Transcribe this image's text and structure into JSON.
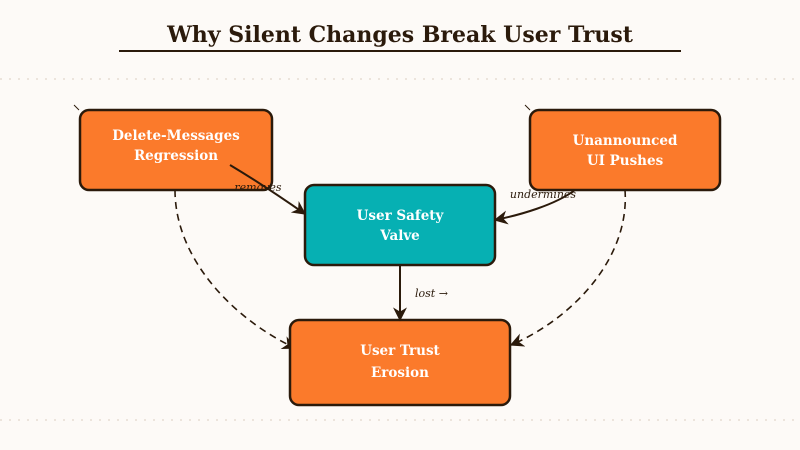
{
  "title": "Why Silent Changes Break User Trust",
  "colors": {
    "background": "#fdfaf7",
    "orange_node": "#fb7a2b",
    "teal_node": "#06b0b3",
    "outline": "#2b1a0b",
    "guide_dots": "#e7ddd3"
  },
  "nodes": {
    "delete_messages": {
      "line1": "Delete-Messages",
      "line2": "Regression"
    },
    "ui_pushes": {
      "line1": "Unannounced",
      "line2": "UI Pushes"
    },
    "safety_valve": {
      "line1": "User Safety",
      "line2": "Valve"
    },
    "trust_erosion": {
      "line1": "User Trust",
      "line2": "Erosion"
    }
  },
  "edges": {
    "removes": "removes",
    "undermines": "undermines",
    "lost": "lost →"
  }
}
